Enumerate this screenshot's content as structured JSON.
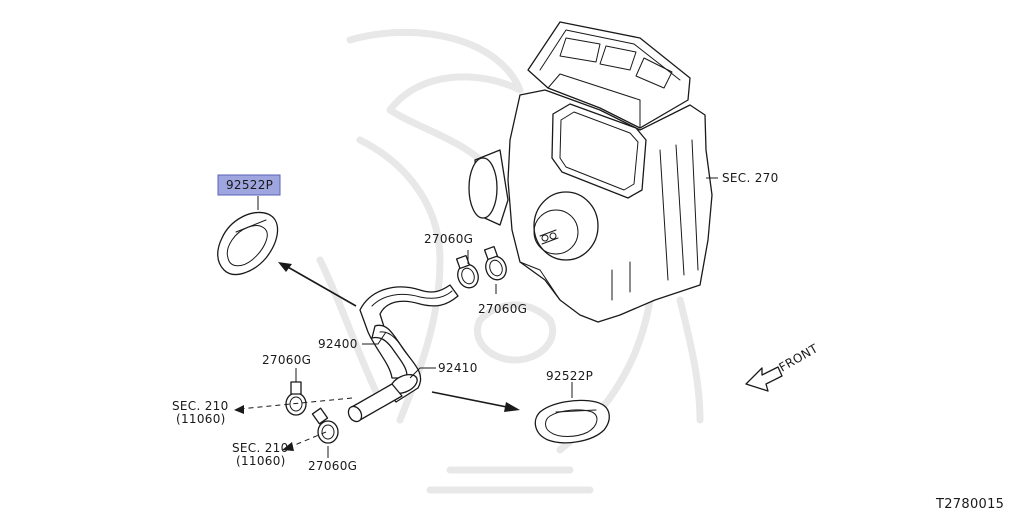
{
  "labels": {
    "part_92522p_highlighted": "92522P",
    "part_92522p": "92522P",
    "part_92400": "92400",
    "part_92410": "92410",
    "part_sec270": "SEC. 270",
    "clamp_top_left": "27060G",
    "clamp_top_right": "27060G",
    "clamp_mid": "27060G",
    "clamp_bottom": "27060G",
    "sec210_upper_line1": "SEC. 210",
    "sec210_upper_line2": "(11060)",
    "sec210_lower_line1": "SEC. 210",
    "sec210_lower_line2": "(11060)",
    "front": "FRONT",
    "figure_code": "T2780015"
  },
  "colors": {
    "highlight_fill": "#9fa6df",
    "highlight_border": "#5a63b8",
    "line": "#1a1a1a",
    "watermark": "#e8e8e8"
  }
}
